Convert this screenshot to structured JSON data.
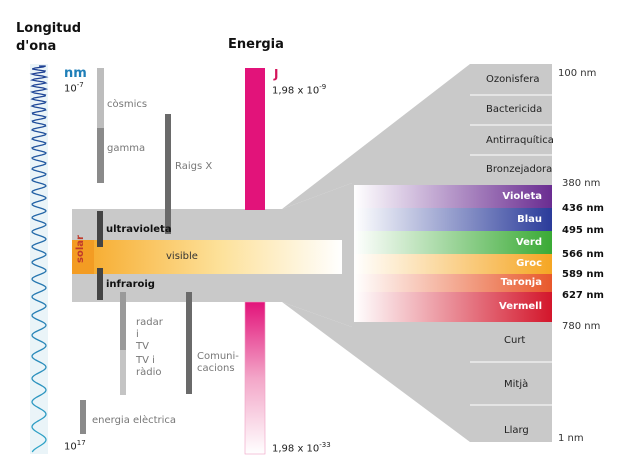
{
  "headers": {
    "wavelength_title": "Longitud d'ona",
    "energy_title": "Energia"
  },
  "wavelength_axis": {
    "unit": "nm",
    "top_value": "10",
    "top_exp": "-7",
    "bottom_value": "10",
    "bottom_exp": "17"
  },
  "energy_axis": {
    "unit": "J",
    "top_value": "1,98 x 10",
    "top_exp": "-9",
    "bottom_value": "1,98 x 10",
    "bottom_exp": "-33"
  },
  "radiation_types": {
    "cosmic": "còsmics",
    "gamma": "gamma",
    "xrays": "Raigs X",
    "ultraviolet": "ultravioleta",
    "solar": "solar",
    "visible": "visible",
    "infrared": "infraroig",
    "radar": "radar",
    "radar_i": "i",
    "radar_tv": "TV",
    "tv_radio_1": "TV i",
    "tv_radio_2": "ràdio",
    "communications_1": "Comuni-",
    "communications_2": "cacions",
    "electric": "energia elèctrica"
  },
  "uv_bands": {
    "ozone": "Ozonisfera",
    "bactericidal": "Bactericida",
    "antirachitic": "Antirraquítica",
    "tanning": "Bronzejadora"
  },
  "colors": {
    "violet": "Violeta",
    "blue": "Blau",
    "green": "Verd",
    "yellow": "Groc",
    "orange": "Taronja",
    "red": "Vermell"
  },
  "ir_bands": {
    "short": "Curt",
    "medium": "Mitjà",
    "long": "Llarg"
  },
  "wavelength_marks": {
    "m100": "100 nm",
    "m380": "380 nm",
    "m436": "436 nm",
    "m495": "495 nm",
    "m566": "566 nm",
    "m589": "589 nm",
    "m627": "627 nm",
    "m780": "780 nm",
    "m1": "1 nm"
  },
  "palette": {
    "energy_bar_top": "#e2137a",
    "gray_shape": "#c9c9c9",
    "label_blue": "#1f7fb8",
    "label_red": "#d4145a",
    "solar_orange": "#f39c23"
  }
}
